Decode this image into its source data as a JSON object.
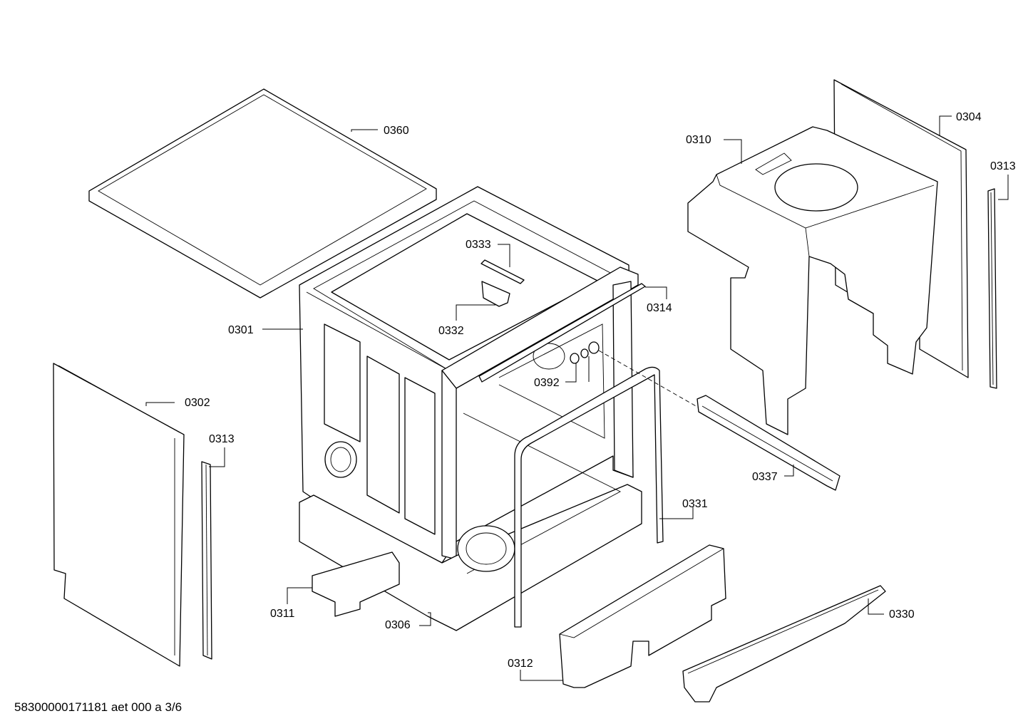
{
  "drawing": {
    "footer": "58300000171181 aet 000 a 3/6",
    "callouts": {
      "c0360": "0360",
      "c0304": "0304",
      "c0310": "0310",
      "c0313a": "0313",
      "c0333": "0333",
      "c0314": "0314",
      "c0332": "0332",
      "c0301": "0301",
      "c0392": "0392",
      "c0302": "0302",
      "c0313b": "0313",
      "c0337": "0337",
      "c0331": "0331",
      "c0311": "0311",
      "c0306": "0306",
      "c0330": "0330",
      "c0312": "0312"
    }
  }
}
